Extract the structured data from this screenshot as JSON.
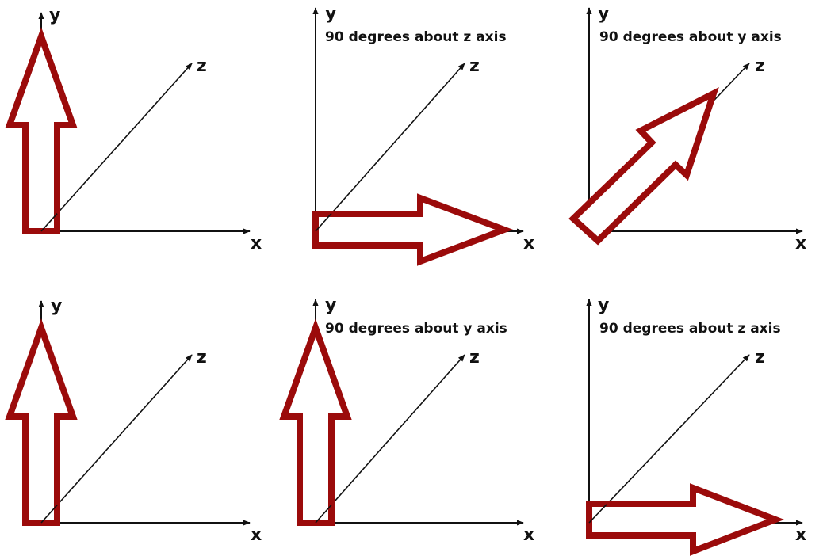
{
  "colors": {
    "arrow_outline": "#9b0b0b",
    "axes": "#111111",
    "background": "#ffffff"
  },
  "panels": [
    {
      "id": "top-left",
      "caption": "",
      "axis_labels": {
        "x": "x",
        "y": "y",
        "z": "z"
      },
      "arrow_direction": "+y"
    },
    {
      "id": "top-middle",
      "caption": "90 degrees about z axis",
      "axis_labels": {
        "x": "x",
        "y": "y",
        "z": "z"
      },
      "arrow_direction": "+x"
    },
    {
      "id": "top-right",
      "caption": "90 degrees about y axis",
      "axis_labels": {
        "x": "x",
        "y": "y",
        "z": "z"
      },
      "arrow_direction": "+z"
    },
    {
      "id": "bottom-left",
      "caption": "",
      "axis_labels": {
        "x": "x",
        "y": "y",
        "z": "z"
      },
      "arrow_direction": "+y"
    },
    {
      "id": "bottom-middle",
      "caption": "90 degrees about y axis",
      "axis_labels": {
        "x": "x",
        "y": "y",
        "z": "z"
      },
      "arrow_direction": "+y"
    },
    {
      "id": "bottom-right",
      "caption": "90 degrees about z axis",
      "axis_labels": {
        "x": "x",
        "y": "y",
        "z": "z"
      },
      "arrow_direction": "+x"
    }
  ]
}
